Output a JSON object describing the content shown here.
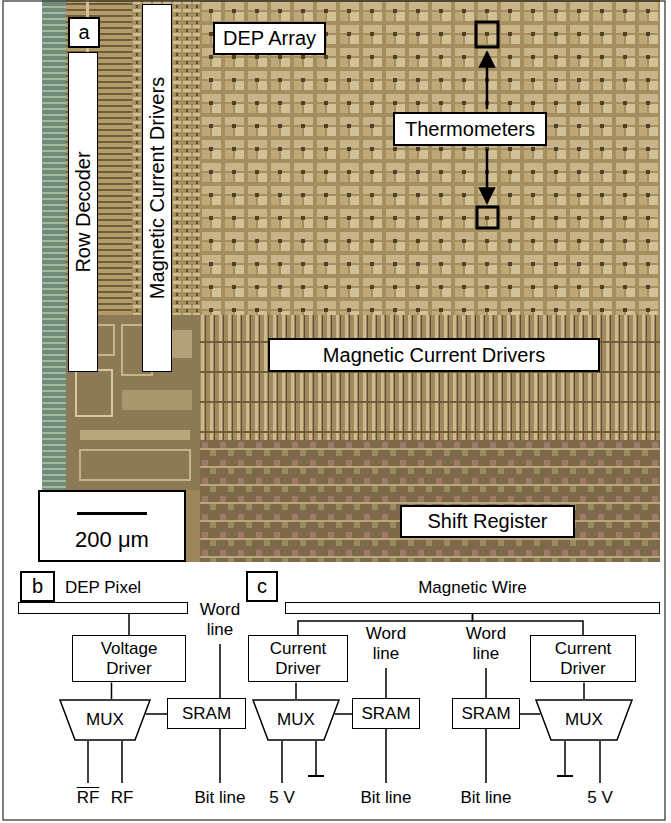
{
  "diagram": {
    "nodes": [
      {
        "text": [
          "a"
        ]
      },
      {
        "text": [
          "Row Decoder"
        ]
      },
      {
        "text": [
          "Magnetic Current Drivers"
        ]
      },
      {
        "text": [
          "DEP Array"
        ]
      },
      {
        "text": [
          "Thermometers"
        ]
      },
      {
        "text": [
          "Magnetic Current Drivers"
        ]
      },
      {
        "text": [
          "200 μm"
        ]
      },
      {
        "text": [
          "Shift Register"
        ]
      },
      {
        "text": [
          "b"
        ]
      },
      {
        "text": [
          "DEP Pixel"
        ]
      },
      {
        "text": [
          "Voltage Driver"
        ]
      },
      {
        "text": [
          "MUX"
        ]
      },
      {
        "text": [
          "SRAM"
        ]
      },
      {
        "text": [
          "c"
        ]
      },
      {
        "text": [
          "Magnetic Wire"
        ]
      },
      {
        "text": [
          "Current Driver"
        ]
      },
      {
        "text": [
          "Current Driver"
        ]
      },
      {
        "text": [
          "MUX"
        ]
      },
      {
        "text": [
          "SRAM"
        ]
      },
      {
        "text": [
          "SRAM"
        ]
      },
      {
        "text": [
          "MUX"
        ]
      }
    ],
    "edges": [
      {
        "from": 9,
        "to": 10,
        "arrow": "none"
      },
      {
        "from": 10,
        "to": 11,
        "arrow": "none"
      },
      {
        "from": 11,
        "to": 12,
        "arrow": "none"
      },
      {
        "from": 14,
        "to": 15,
        "arrow": "none"
      },
      {
        "from": 14,
        "to": 16,
        "arrow": "none"
      },
      {
        "from": 15,
        "to": 17,
        "arrow": "none"
      },
      {
        "from": 17,
        "to": 18,
        "arrow": "none"
      },
      {
        "from": 16,
        "to": 20,
        "arrow": "none"
      },
      {
        "from": 19,
        "to": 20,
        "arrow": "none"
      }
    ],
    "labels": [
      "Word line",
      "RF",
      "RF",
      "Bit line",
      "Word line",
      "Word line",
      "5 V",
      "Bit line",
      "Bit line",
      "5 V"
    ]
  }
}
